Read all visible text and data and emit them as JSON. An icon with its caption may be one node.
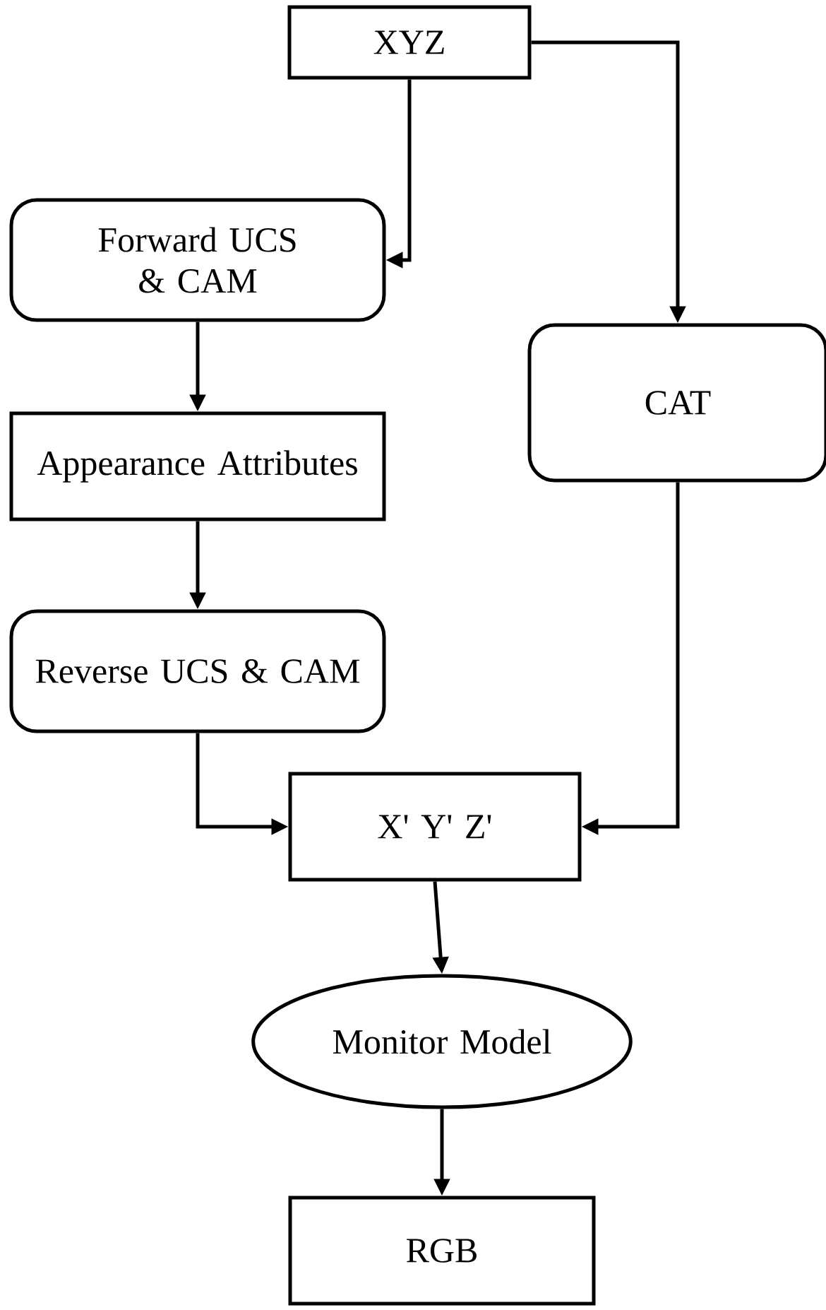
{
  "diagram": {
    "nodes": [
      {
        "text": [
          "XYZ"
        ]
      },
      {
        "text": [
          "Forward UCS & CAM"
        ]
      },
      {
        "text": [
          "Appearance Attributes"
        ]
      },
      {
        "text": [
          "Reverse UCS & CAM"
        ]
      },
      {
        "text": [
          "CAT"
        ]
      },
      {
        "text": [
          "X' Y' Z'"
        ]
      },
      {
        "text": [
          "Monitor Model"
        ]
      },
      {
        "text": [
          "RGB"
        ]
      }
    ],
    "edges": [
      {
        "from": 0,
        "to": 1,
        "arrow": "to"
      },
      {
        "from": 0,
        "to": 4,
        "arrow": "to"
      },
      {
        "from": 1,
        "to": 2,
        "arrow": "to"
      },
      {
        "from": 2,
        "to": 3,
        "arrow": "to"
      },
      {
        "from": 3,
        "to": 5,
        "arrow": "to"
      },
      {
        "from": 4,
        "to": 5,
        "arrow": "to"
      },
      {
        "from": 5,
        "to": 6,
        "arrow": "to"
      },
      {
        "from": 6,
        "to": 7,
        "arrow": "to"
      }
    ]
  }
}
